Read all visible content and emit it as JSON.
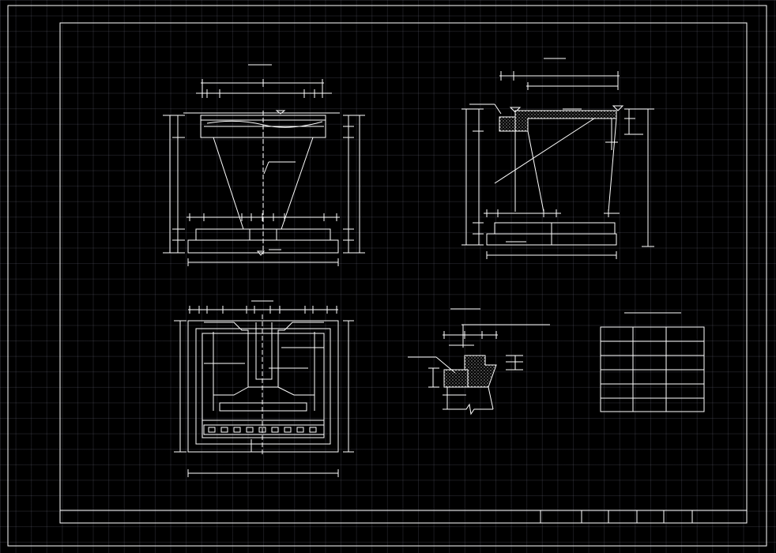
{
  "drawing": {
    "view_front_elevation": "pier-front-elevation",
    "view_side_elevation": "pier-side-elevation",
    "view_plan": "pier-plan",
    "view_detail": "cap-detail",
    "quantity_table": {
      "rows": 6,
      "cols": 3
    },
    "title_block": {
      "cells": 6
    }
  }
}
